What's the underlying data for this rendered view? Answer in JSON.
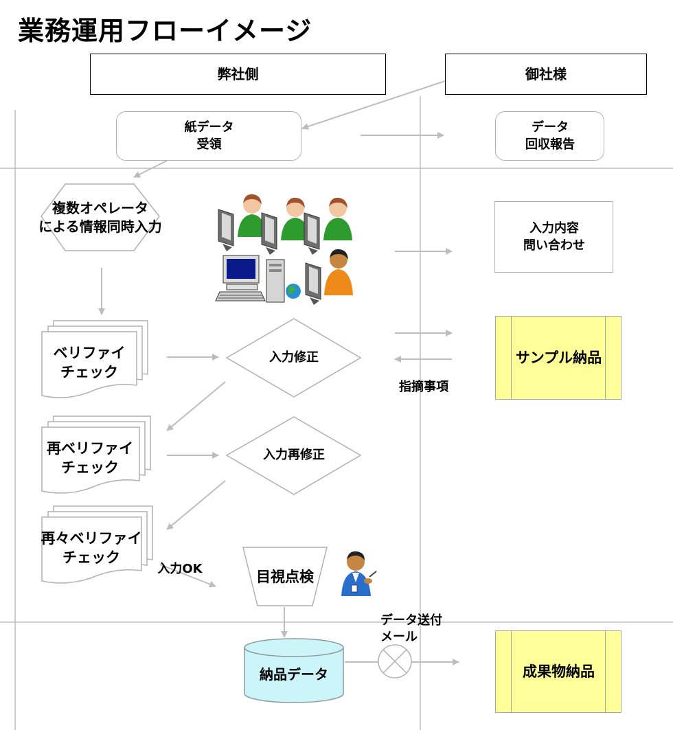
{
  "title": "業務運用フローイメージ",
  "lanes": {
    "left": "弊社側",
    "right": "御社様"
  },
  "nodes": {
    "paper_receipt": "紙データ\n受領",
    "collection_report": "データ\n回収報告",
    "multi_operator": "複数オペレータ\nによる情報同時入力",
    "inquiry": "入力内容\n問い合わせ",
    "verify": "ベリファイ\nチェック",
    "input_fix": "入力修正",
    "sample_delivery": "サンプル納品",
    "pointed_items": "指摘事項",
    "re_verify": "再ベリファイ\nチェック",
    "input_refix": "入力再修正",
    "re_re_verify": "再々ベリファイ\nチェック",
    "input_ok": "入力OK",
    "visual_check": "目視点検",
    "data_mail": "データ送付\nメール",
    "delivery_data": "納品データ",
    "deliverable": "成果物納品"
  },
  "colors": {
    "line": "#bdbdbd",
    "shape_border": "#b0b0b0",
    "yellow_fill": "#ffff99",
    "cylinder_fill": "#ccf5fa",
    "person_green": "#2e9b2e",
    "person_orange": "#ee8a1a",
    "person_blue": "#2a6ecb"
  },
  "icons": [
    "operators-icon",
    "inspector-icon"
  ]
}
